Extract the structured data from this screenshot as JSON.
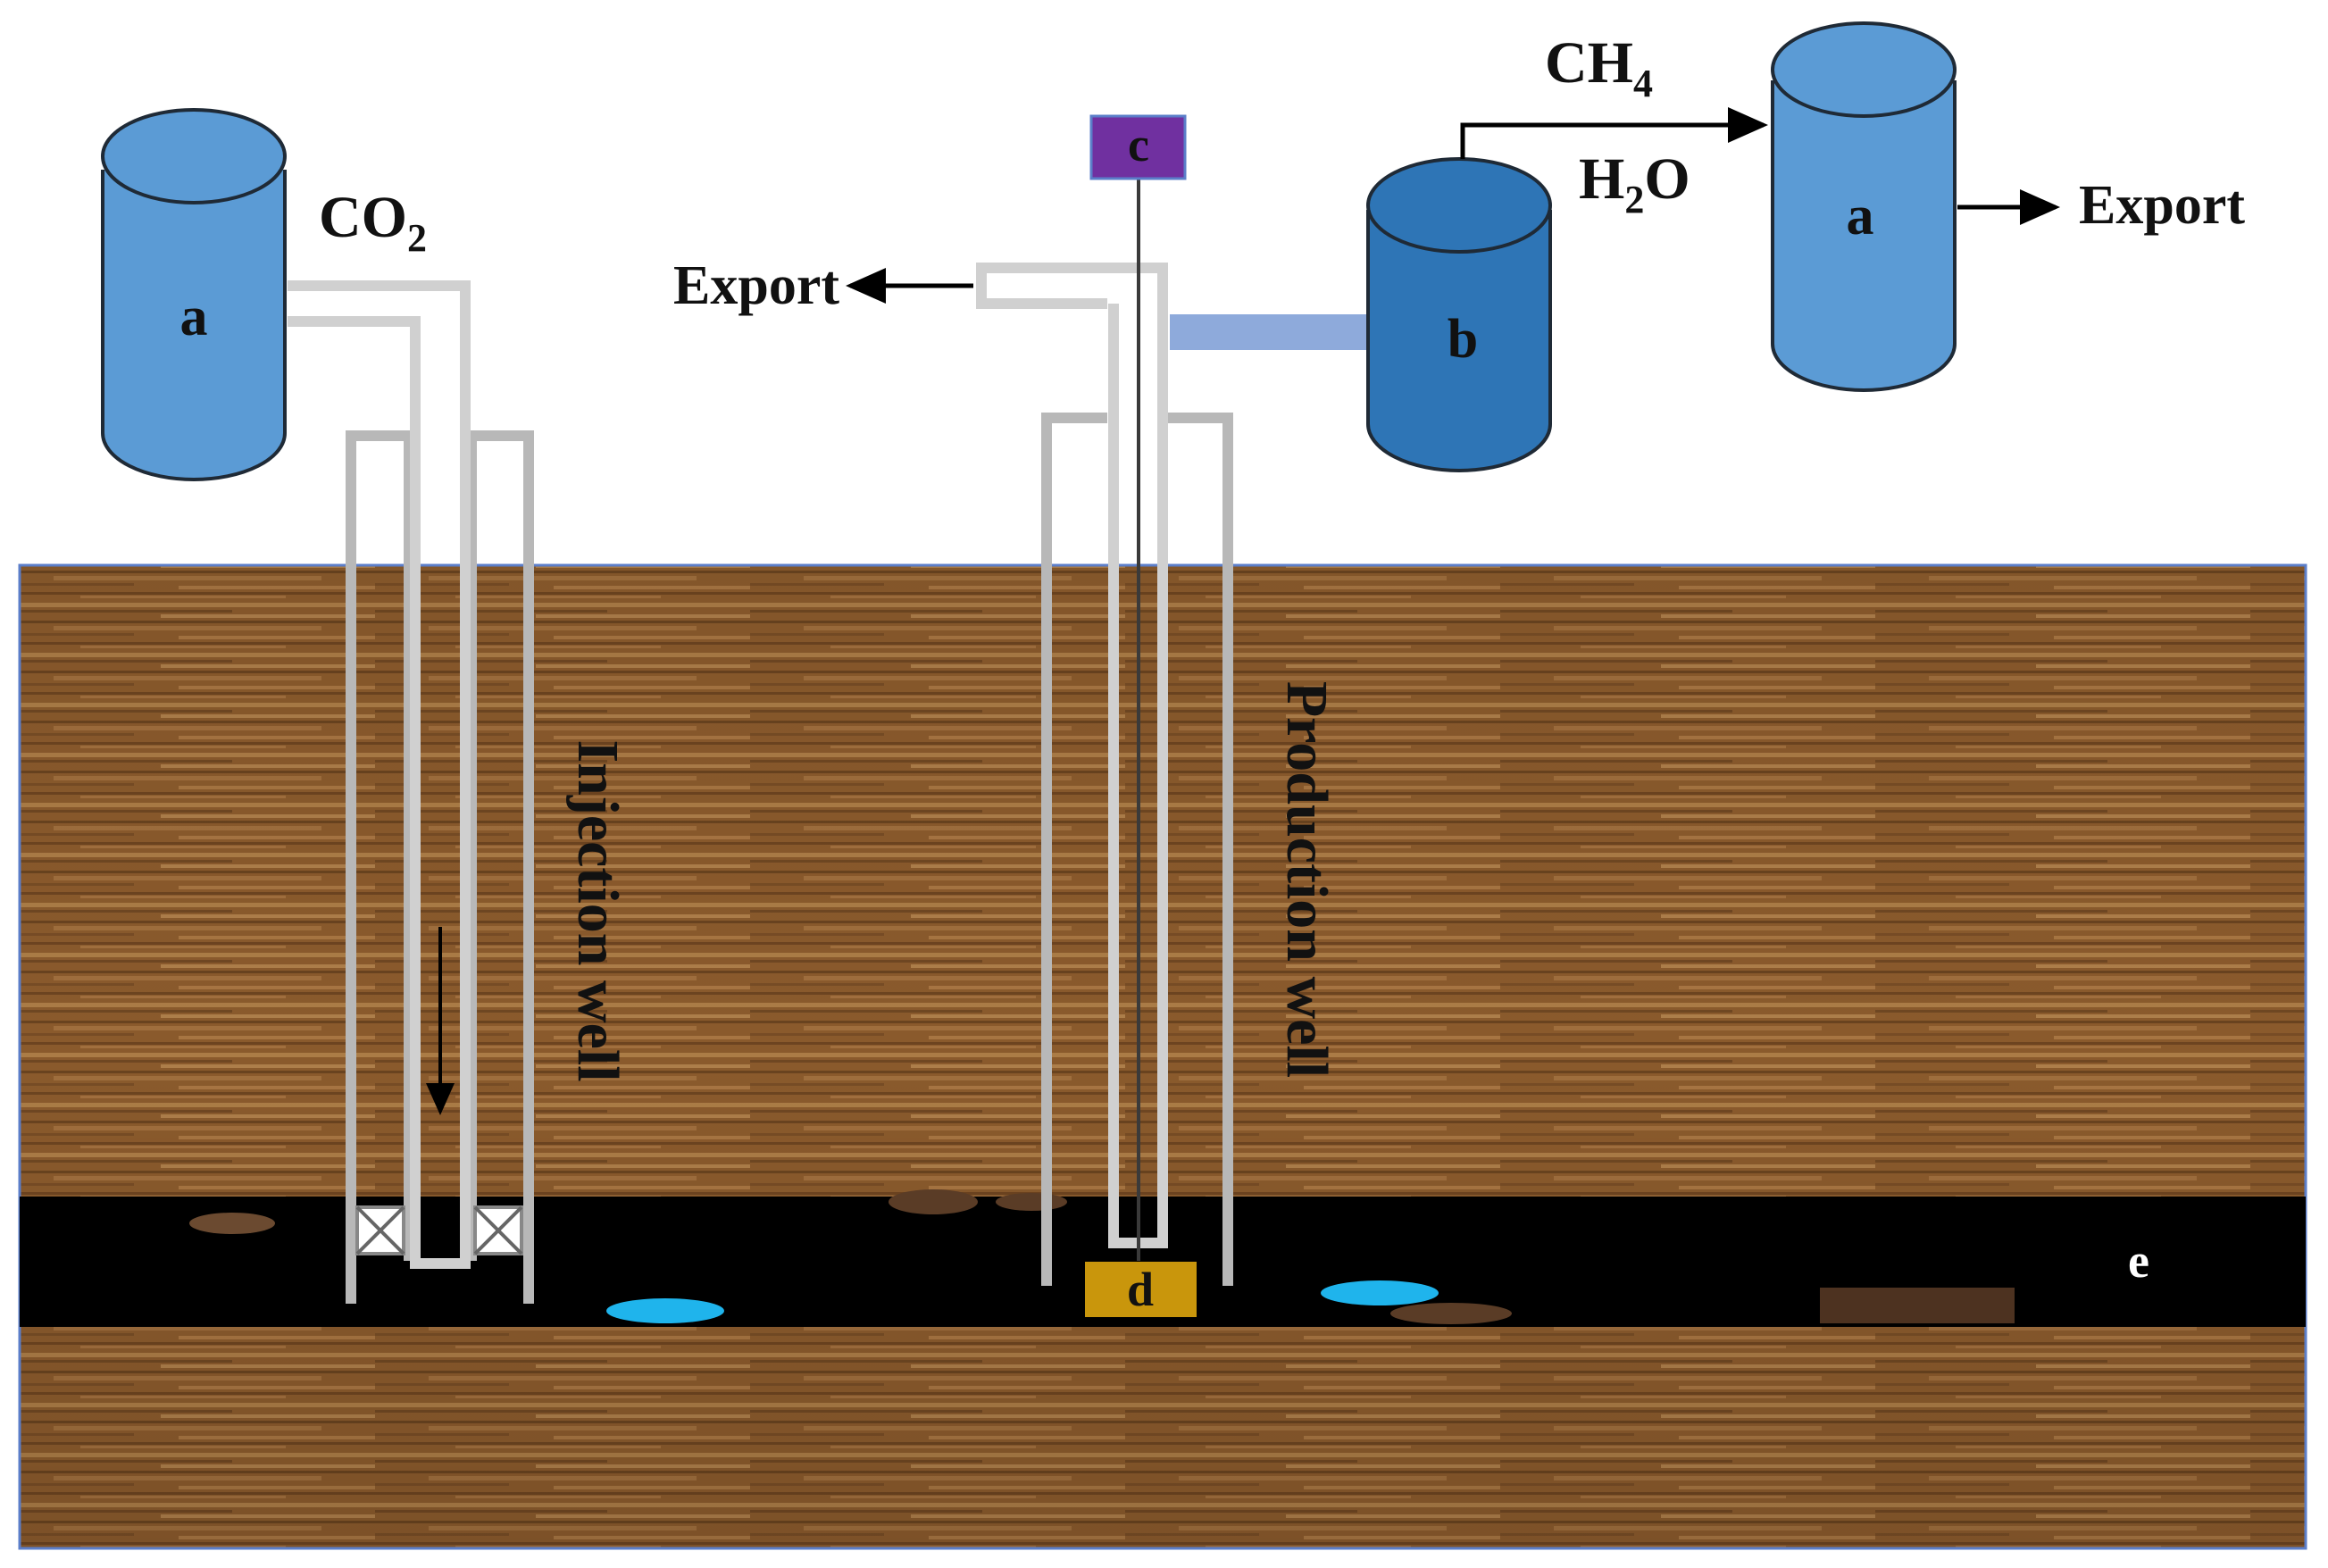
{
  "colors": {
    "vessel_light": "#5b9bd5",
    "vessel_dark": "#2e75b6",
    "vessel_outline": "#1f2a36",
    "pipe": "#c8c8c8",
    "casing": "#b8b8b8",
    "connector": "#8eaadb",
    "pump": "#7030a0",
    "sensor": "#c9960c",
    "coal_seam": "#000000",
    "water": "#1fb4ec",
    "rock_base": "#8a5a2c",
    "rock_light": "#b98b52",
    "rock_dark": "#5d3a1a"
  },
  "labels": {
    "vessel_a_left": "a",
    "vessel_b": "b",
    "vessel_a_right": "a",
    "pump_c": "c",
    "sensor_d": "d",
    "seam_e": "e",
    "co2_main": "CO",
    "co2_sub": "2",
    "ch4_main": "CH",
    "ch4_sub": "4",
    "h2o_h": "H",
    "h2o_sub": "2",
    "h2o_o": "O",
    "export_left": "Export",
    "export_right": "Export",
    "injection_well": "Injection well",
    "production_well": "Production well"
  },
  "icons": {
    "packer": "packer-cross-icon",
    "flow_arrow": "arrow-down-icon",
    "export_arrow": "arrow-icon"
  }
}
